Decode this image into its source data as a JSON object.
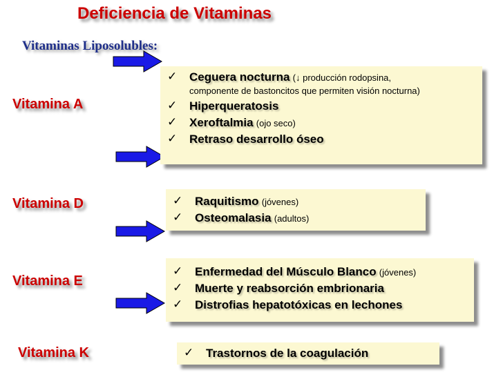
{
  "title": "Deficiencia de Vitaminas",
  "subtitle": "Vitaminas Liposolubles:",
  "check_glyph": "✓",
  "colors": {
    "accent": "#cc0000",
    "subtitle": "#1f2f8a",
    "arrow": "#1a1ae6",
    "box_bg": "#fcf8d2"
  },
  "vitamin_a": {
    "label": "Vitamina A",
    "items": [
      {
        "strong": "Ceguera nocturna",
        "note": "(↓ producción rodopsina,",
        "cont": "componente de bastoncitos que permiten visión nocturna)"
      },
      {
        "strong": "Hiperqueratosis",
        "note": ""
      },
      {
        "strong": "Xeroftalmia",
        "note": "(ojo seco)"
      },
      {
        "strong": "Retraso desarrollo óseo",
        "note": ""
      }
    ]
  },
  "vitamin_d": {
    "label": "Vitamina D",
    "items": [
      {
        "strong": "Raquitismo",
        "note": "(jóvenes)"
      },
      {
        "strong": "Osteomalasia",
        "note": "(adultos)"
      }
    ]
  },
  "vitamin_e": {
    "label": "Vitamina E",
    "items": [
      {
        "strong": "Enfermedad del Músculo Blanco",
        "note": "(jóvenes)"
      },
      {
        "strong": "Muerte y reabsorción embrionaria",
        "note": ""
      },
      {
        "strong": "Distrofias hepatotóxicas en lechones",
        "note": ""
      }
    ]
  },
  "vitamin_k": {
    "label": "Vitamina K",
    "items": [
      {
        "strong": "Trastornos de la coagulación",
        "note": ""
      }
    ]
  }
}
